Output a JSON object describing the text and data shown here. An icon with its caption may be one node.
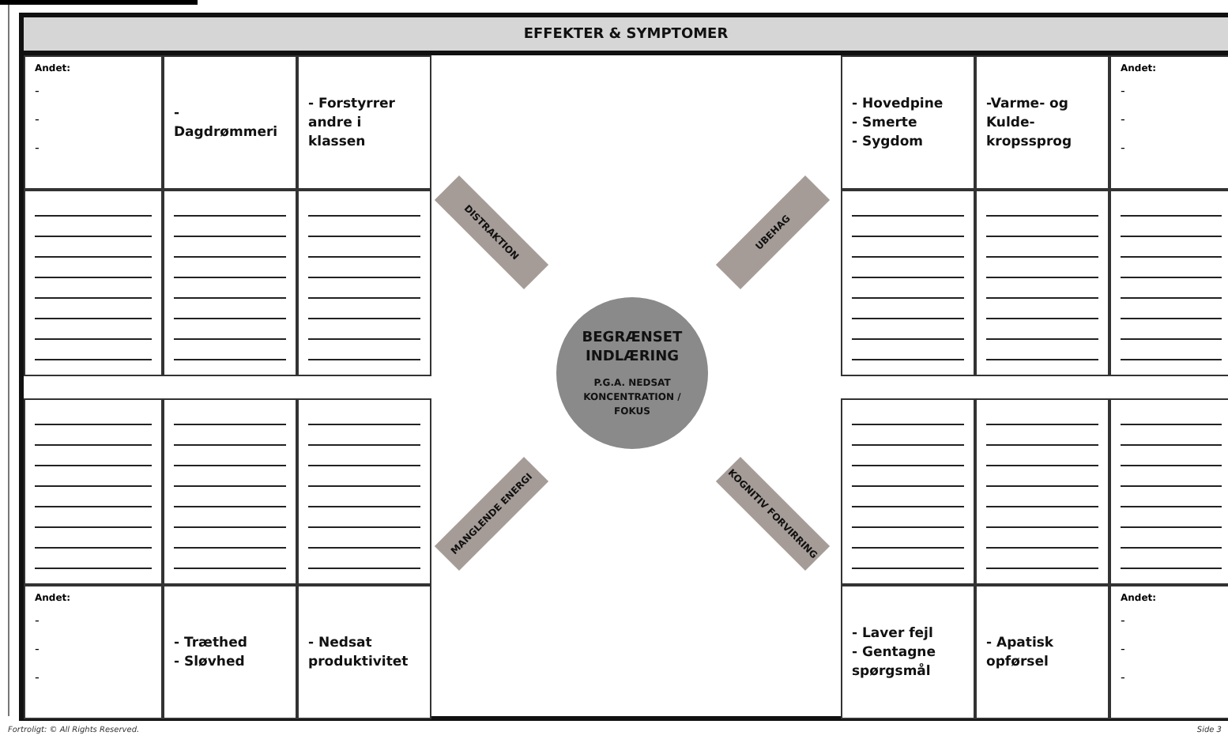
{
  "diagram": {
    "title": "EFFEKTER & SYMPTOMER",
    "nodes": [
      {
        "text": [
          "Andet:",
          "-",
          "-",
          "-"
        ]
      },
      {
        "text": [
          "- Dagdrømmeri"
        ]
      },
      {
        "text": [
          "- Forstyrrer andre i klassen"
        ]
      },
      {
        "text": [
          "- Hovedpine",
          "- Smerte",
          "- Sygdom"
        ]
      },
      {
        "text": [
          "-Varme- og Kulde- kropssprog"
        ]
      },
      {
        "text": [
          "Andet:",
          "-",
          "-",
          "-"
        ]
      },
      {
        "text": [
          "DISTRAKTION"
        ]
      },
      {
        "text": [
          "UBEHAG"
        ]
      },
      {
        "text": [],
        "shape": "box"
      },
      {
        "text": [],
        "shape": "box"
      },
      {
        "text": [],
        "shape": "box"
      },
      {
        "text": [],
        "shape": "box"
      },
      {
        "text": [],
        "shape": "box"
      },
      {
        "text": [],
        "shape": "box"
      },
      {
        "text": [
          "BEGRÆNSET INDLÆRING",
          "P.G.A. NEDSAT KONCENTRATION / FOKUS"
        ]
      },
      {
        "text": [],
        "shape": "box"
      },
      {
        "text": [],
        "shape": "box"
      },
      {
        "text": [],
        "shape": "box"
      },
      {
        "text": [],
        "shape": "box"
      },
      {
        "text": [],
        "shape": "box"
      },
      {
        "text": [],
        "shape": "box"
      },
      {
        "text": [
          "MANGLENDE ENERGI"
        ]
      },
      {
        "text": [
          "KOGNITIV FORVIRRING"
        ]
      },
      {
        "text": [
          "Andet:",
          "-",
          "-",
          "-"
        ]
      },
      {
        "text": [
          "- Træthed",
          "- Sløvhed"
        ]
      },
      {
        "text": [
          "- Nedsat produktivitet"
        ]
      },
      {
        "text": [
          "- Laver fejl",
          "- Gentagne spørgsmål"
        ]
      },
      {
        "text": [
          "- Apatisk opførsel"
        ]
      },
      {
        "text": [
          "Andet:",
          "-",
          "-",
          "-"
        ]
      }
    ],
    "labels": [
      "Fortroligt: © All Rights Reserved.",
      "Side 3"
    ]
  }
}
